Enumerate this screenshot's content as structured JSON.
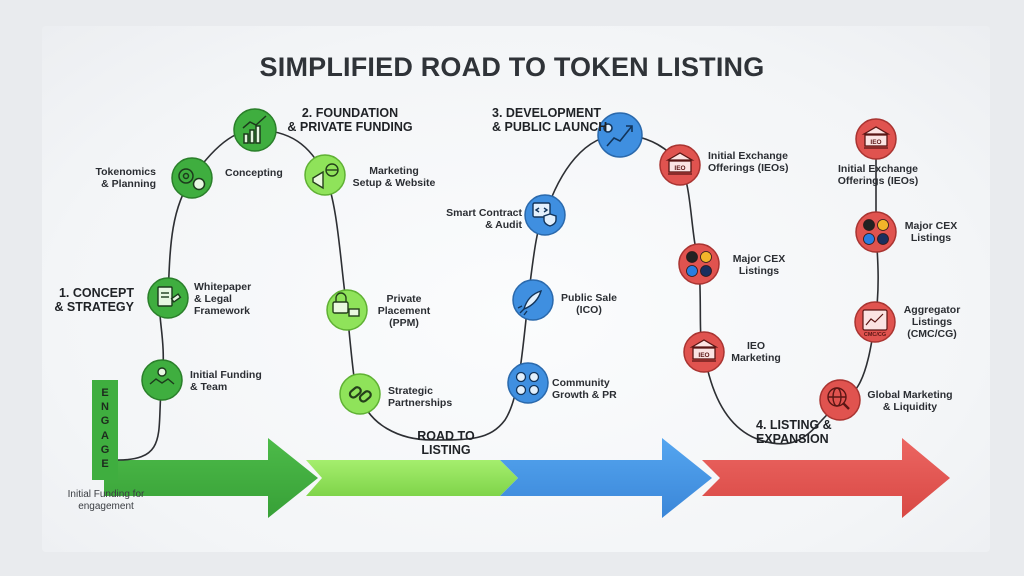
{
  "title": "SIMPLIFIED ROAD TO TOKEN LISTING",
  "phases": {
    "p1": "1. CONCEPT\n& STRATEGY",
    "p2": "2. FOUNDATION\n& PRIVATE FUNDING",
    "p3": "3. DEVELOPMENT\n& PUBLIC LAUNCH",
    "p4": "4. LISTING &\nEXPANSION",
    "road": "ROAD TO\nLISTING"
  },
  "engage": {
    "letters": [
      "E",
      "N",
      "G",
      "A",
      "G",
      "E"
    ],
    "caption": "Initial Funding for\nengagement"
  },
  "steps": {
    "initial_funding": "Initial Funding\n& Team",
    "whitepaper": "Whitepaper\n& Legal\nFramework",
    "tokenomics": "Tokenomics\n& Planning",
    "concepting": "Concepting",
    "marketing_setup": "Marketing\nSetup & Website",
    "private_placement": "Private\nPlacement\n(PPM)",
    "strategic": "Strategic\nPartnerships",
    "community": "Community\nGrowth & PR",
    "public_sale": "Public Sale\n(ICO)",
    "smart_contract": "Smart Contract\n& Audit",
    "ieo_1": "Initial Exchange\nOfferings (IEOs)",
    "cex_1": "Major CEX\nListings",
    "ieo_marketing": "IEO\nMarketing",
    "global_marketing": "Global Marketing\n& Liquidity",
    "aggregator": "Aggregator\nListings\n(CMC/CG)",
    "cex_2": "Major CEX\nListings",
    "ieo_2": "Initial Exchange\nOfferings (IEOs)"
  },
  "icon_text": {
    "ieo": "IEO",
    "cmc": "CMC/CG"
  },
  "colors": {
    "green_dark": "#3fae3f",
    "green_light": "#8fe35a",
    "blue": "#3f8fe0",
    "red": "#e0534f",
    "path": "#2d2f33"
  },
  "icons": {
    "initial_funding": "handshake-money-icon",
    "whitepaper": "document-gavel-icon",
    "tokenomics": "gears-coin-icon",
    "concepting": "chart-growth-icon",
    "marketing_setup": "megaphone-globe-icon",
    "private_placement": "lock-cash-icon",
    "strategic": "chain-link-icon",
    "community": "social-icons",
    "public_sale": "rocket-icon",
    "smart_contract": "code-shield-icon",
    "development": "growth-arrow-icon",
    "ieo_1": "bank-icon",
    "cex_1": "exchange-logos-icon",
    "ieo_marketing": "bank-icon",
    "global_marketing": "globe-search-icon",
    "aggregator": "aggregator-chart-icon",
    "cex_2": "exchange-logos-icon",
    "ieo_2": "bank-icon"
  }
}
